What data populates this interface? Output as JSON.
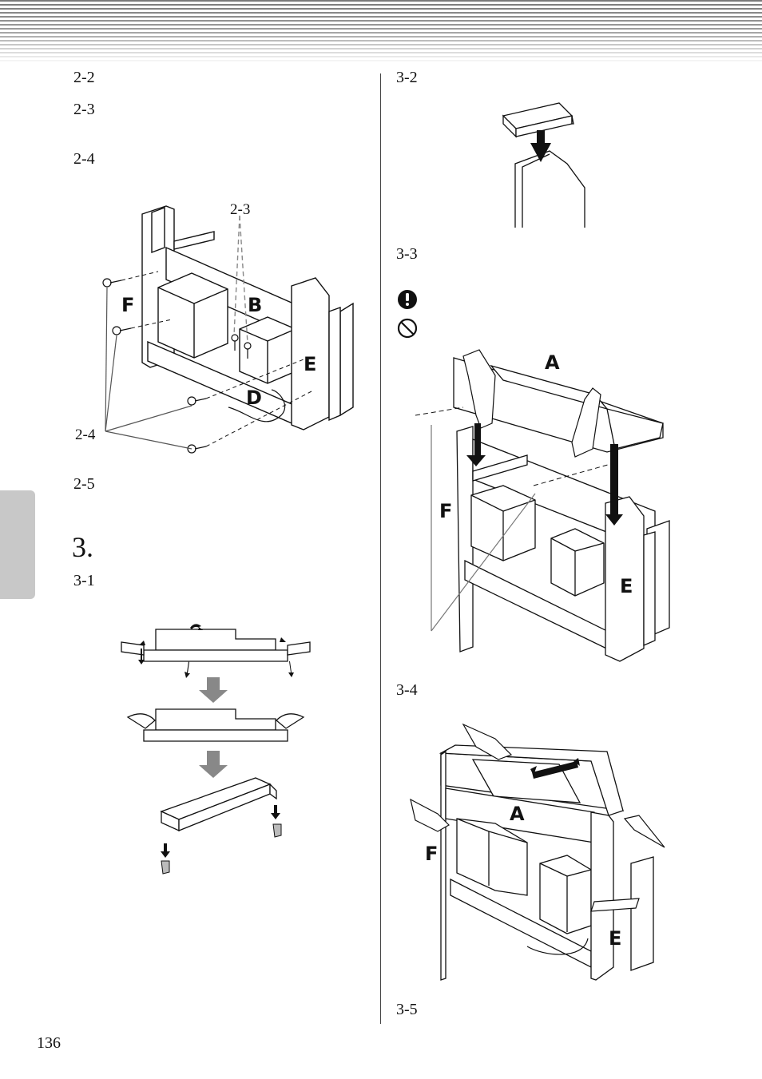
{
  "page": {
    "number": "136"
  },
  "left_column": {
    "steps": [
      "2-2",
      "2-3",
      "2-4",
      "2-5",
      "3-1"
    ],
    "section_heading": "3.",
    "figure1": {
      "callout_top": "2-3",
      "callout_bottom": "2-4",
      "labels": [
        "F",
        "B",
        "E",
        "D"
      ]
    }
  },
  "right_column": {
    "steps": [
      "3-2",
      "3-3",
      "3-4",
      "3-5"
    ],
    "warning_icon": "exclamation-circle-icon",
    "prohibition_icon": "no-symbol-icon",
    "figure3": {
      "labels": [
        "A",
        "F",
        "E"
      ]
    },
    "figure4": {
      "labels": [
        "A",
        "F",
        "E"
      ]
    }
  }
}
